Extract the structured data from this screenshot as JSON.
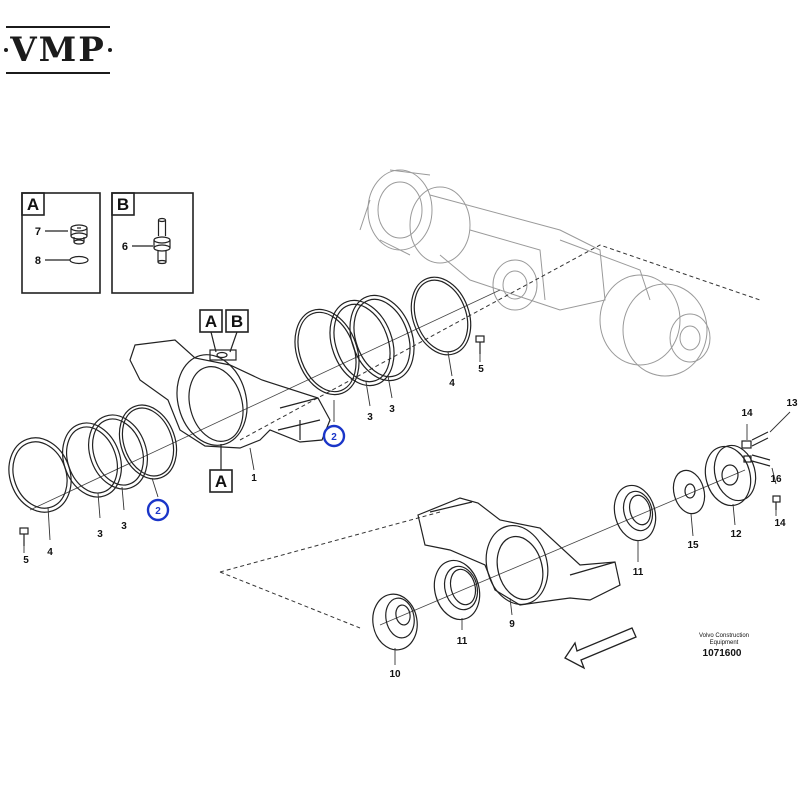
{
  "logo": {
    "text": "VMP"
  },
  "insets": [
    {
      "letter": "A",
      "items": [
        {
          "num": "7"
        },
        {
          "num": "8"
        }
      ]
    },
    {
      "letter": "B",
      "items": [
        {
          "num": "6"
        }
      ]
    }
  ],
  "view_tags": [
    "A",
    "B",
    "A"
  ],
  "callouts": [
    "1",
    "2",
    "2",
    "3",
    "3",
    "3",
    "3",
    "4",
    "4",
    "5",
    "5",
    "9",
    "10",
    "11",
    "11",
    "12",
    "13",
    "14",
    "14",
    "15",
    "16"
  ],
  "highlight_color": "#1a35c8",
  "credit": {
    "line1": "Volvo Construction",
    "line2": "Equipment",
    "code": "1071600"
  }
}
